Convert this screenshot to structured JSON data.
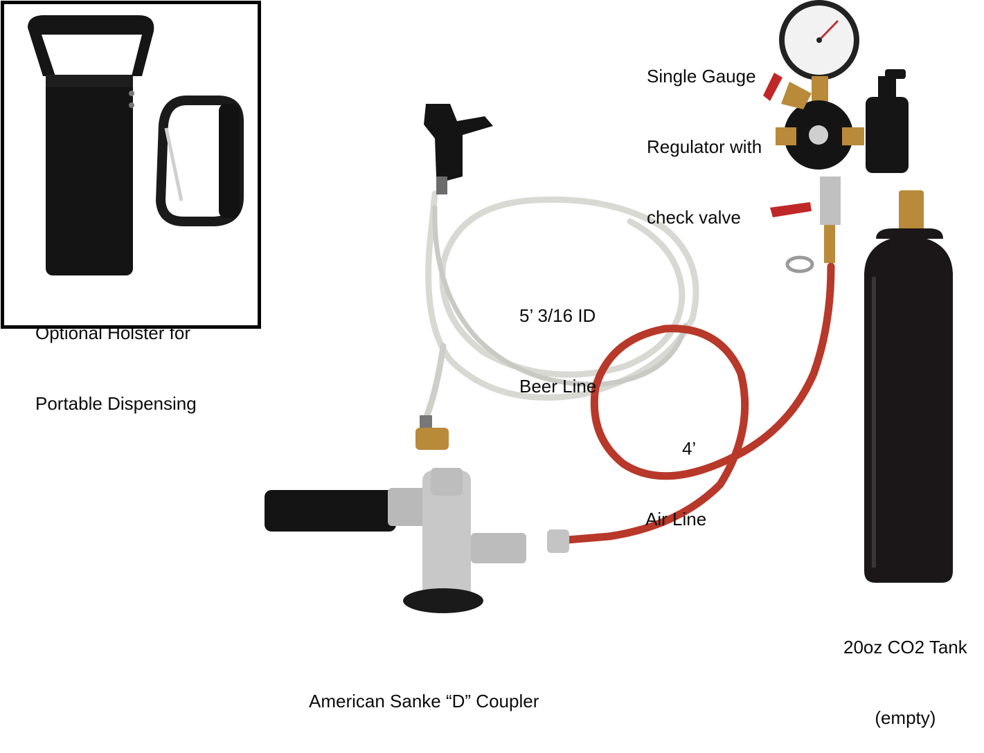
{
  "labels": {
    "holster": [
      "Optional Holster for",
      "Portable Dispensing"
    ],
    "regulator": [
      "Single Gauge",
      "Regulator with",
      "check valve"
    ],
    "beer_line": [
      "5’ 3/16 ID",
      "Beer Line"
    ],
    "air_line": [
      "4’",
      "Air Line"
    ],
    "tank": [
      "20oz CO2 Tank",
      "(empty)"
    ],
    "coupler": "American Sanke “D” Coupler"
  },
  "colors": {
    "background": "#ffffff",
    "air_line": "#b8382a",
    "beer_line": "#d9d9d4",
    "tank": "#1b1718",
    "brass": "#b98a3a",
    "chrome": "#c8c8c8"
  }
}
